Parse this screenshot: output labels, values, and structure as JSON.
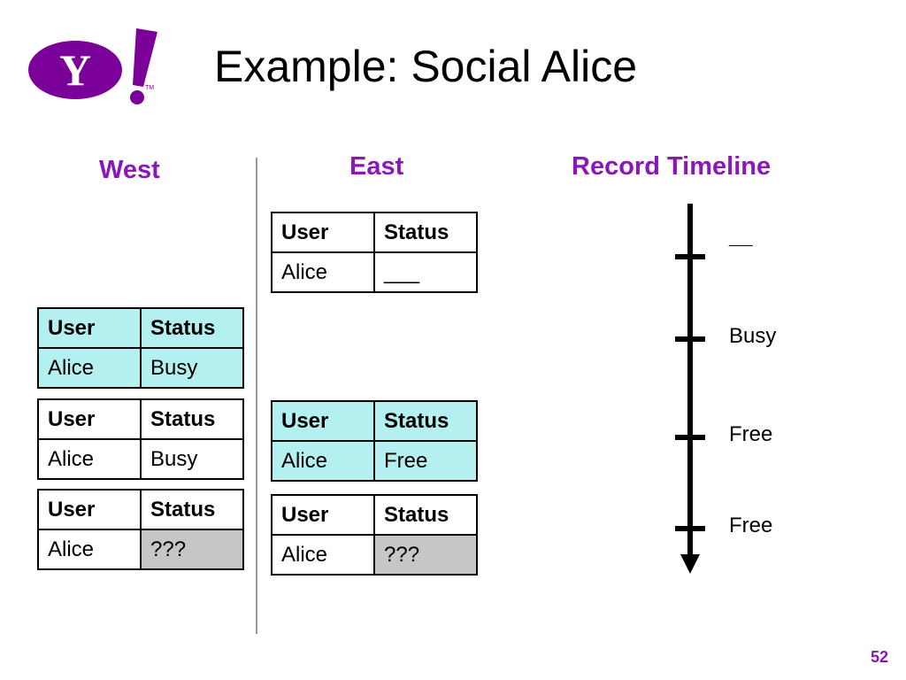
{
  "logo": {
    "letter": "Y",
    "tm": "TM",
    "brand_color": "#7b0099"
  },
  "title": "Example: Social Alice",
  "columns": {
    "west": "West",
    "east": "East",
    "timeline": "Record Timeline"
  },
  "accent_color": "#8b17b8",
  "tables": {
    "east1": {
      "headers": [
        "User",
        "Status"
      ],
      "user": "Alice",
      "status": "___",
      "highlight": "none"
    },
    "west1": {
      "headers": [
        "User",
        "Status"
      ],
      "user": "Alice",
      "status": "Busy",
      "highlight": "cyan"
    },
    "west2": {
      "headers": [
        "User",
        "Status"
      ],
      "user": "Alice",
      "status": "Busy",
      "highlight": "none"
    },
    "west3": {
      "headers": [
        "User",
        "Status"
      ],
      "user": "Alice",
      "status": "???",
      "highlight": "grey-status"
    },
    "east2": {
      "headers": [
        "User",
        "Status"
      ],
      "user": "Alice",
      "status": "Free",
      "highlight": "cyan"
    },
    "east3": {
      "headers": [
        "User",
        "Status"
      ],
      "user": "Alice",
      "status": "???",
      "highlight": "grey-status"
    }
  },
  "timeline": {
    "labels": [
      "___",
      "Busy",
      "Free",
      "Free"
    ]
  },
  "page_number": "52"
}
